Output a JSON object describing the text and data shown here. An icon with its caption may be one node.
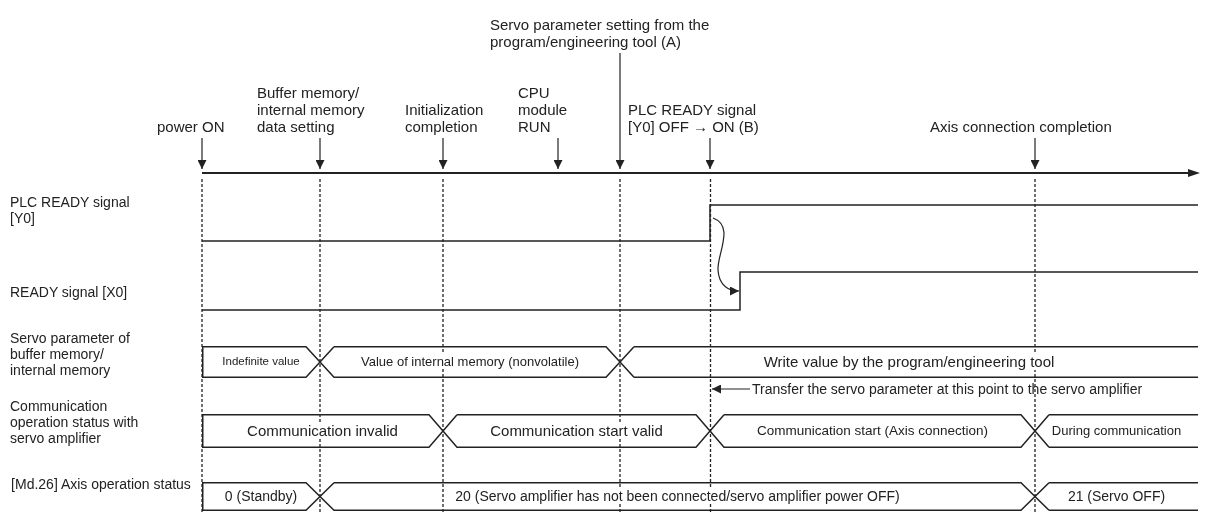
{
  "diagram": {
    "nodes": [
      {
        "text": [
          "power ON"
        ]
      },
      {
        "text": [
          "Buffer memory/ internal memory data setting"
        ]
      },
      {
        "text": [
          "Initialization completion"
        ]
      },
      {
        "text": [
          "CPU module RUN"
        ]
      },
      {
        "text": [
          "Servo parameter setting from the program/engineering tool (A)"
        ]
      },
      {
        "text": [
          "PLC READY signal [Y0] OFF → ON (B)"
        ]
      },
      {
        "text": [
          "Axis connection completion"
        ]
      },
      {
        "text": [],
        "shape": "line"
      },
      {
        "text": [],
        "shape": "line"
      },
      {
        "text": [],
        "shape": "line"
      },
      {
        "text": [
          "Transfer the servo parameter at this point to the servo amplifier"
        ]
      },
      {
        "text": [
          "Indefinite value"
        ]
      },
      {
        "text": [
          "Value of internal memory (nonvolatile)"
        ]
      },
      {
        "text": [
          "Write value by the program/engineering tool"
        ]
      },
      {
        "text": [
          "Communication invalid"
        ]
      },
      {
        "text": [
          "Communication start valid"
        ]
      },
      {
        "text": [
          "Communication start (Axis connection)"
        ]
      },
      {
        "text": [
          "During communication"
        ]
      },
      {
        "text": [
          "0 (Standby)"
        ]
      },
      {
        "text": [
          "20 (Servo amplifier has not been connected/servo amplifier power OFF)"
        ]
      },
      {
        "text": [
          "21 (Servo OFF)"
        ]
      },
      {
        "text": [],
        "shape": "line"
      }
    ],
    "edges": [
      {
        "from": 0,
        "to": 7,
        "arrow": "to"
      },
      {
        "from": 1,
        "to": 7,
        "arrow": "to"
      },
      {
        "from": 2,
        "to": 7,
        "arrow": "to"
      },
      {
        "from": 3,
        "to": 7,
        "arrow": "to"
      },
      {
        "from": 4,
        "to": 7,
        "arrow": "to"
      },
      {
        "from": 5,
        "to": 7,
        "arrow": "to"
      },
      {
        "from": 6,
        "to": 7,
        "arrow": "to"
      },
      {
        "from": 8,
        "to": 9,
        "arrow": "to"
      },
      {
        "from": 10,
        "to": 21,
        "arrow": "to"
      }
    ],
    "labels": [
      "PLC READY signal [Y0]",
      "READY signal [X0]",
      "Servo parameter of buffer memory/ internal memory",
      "Communication operation status with servo amplifier",
      "[Md.26] Axis operation status"
    ]
  }
}
